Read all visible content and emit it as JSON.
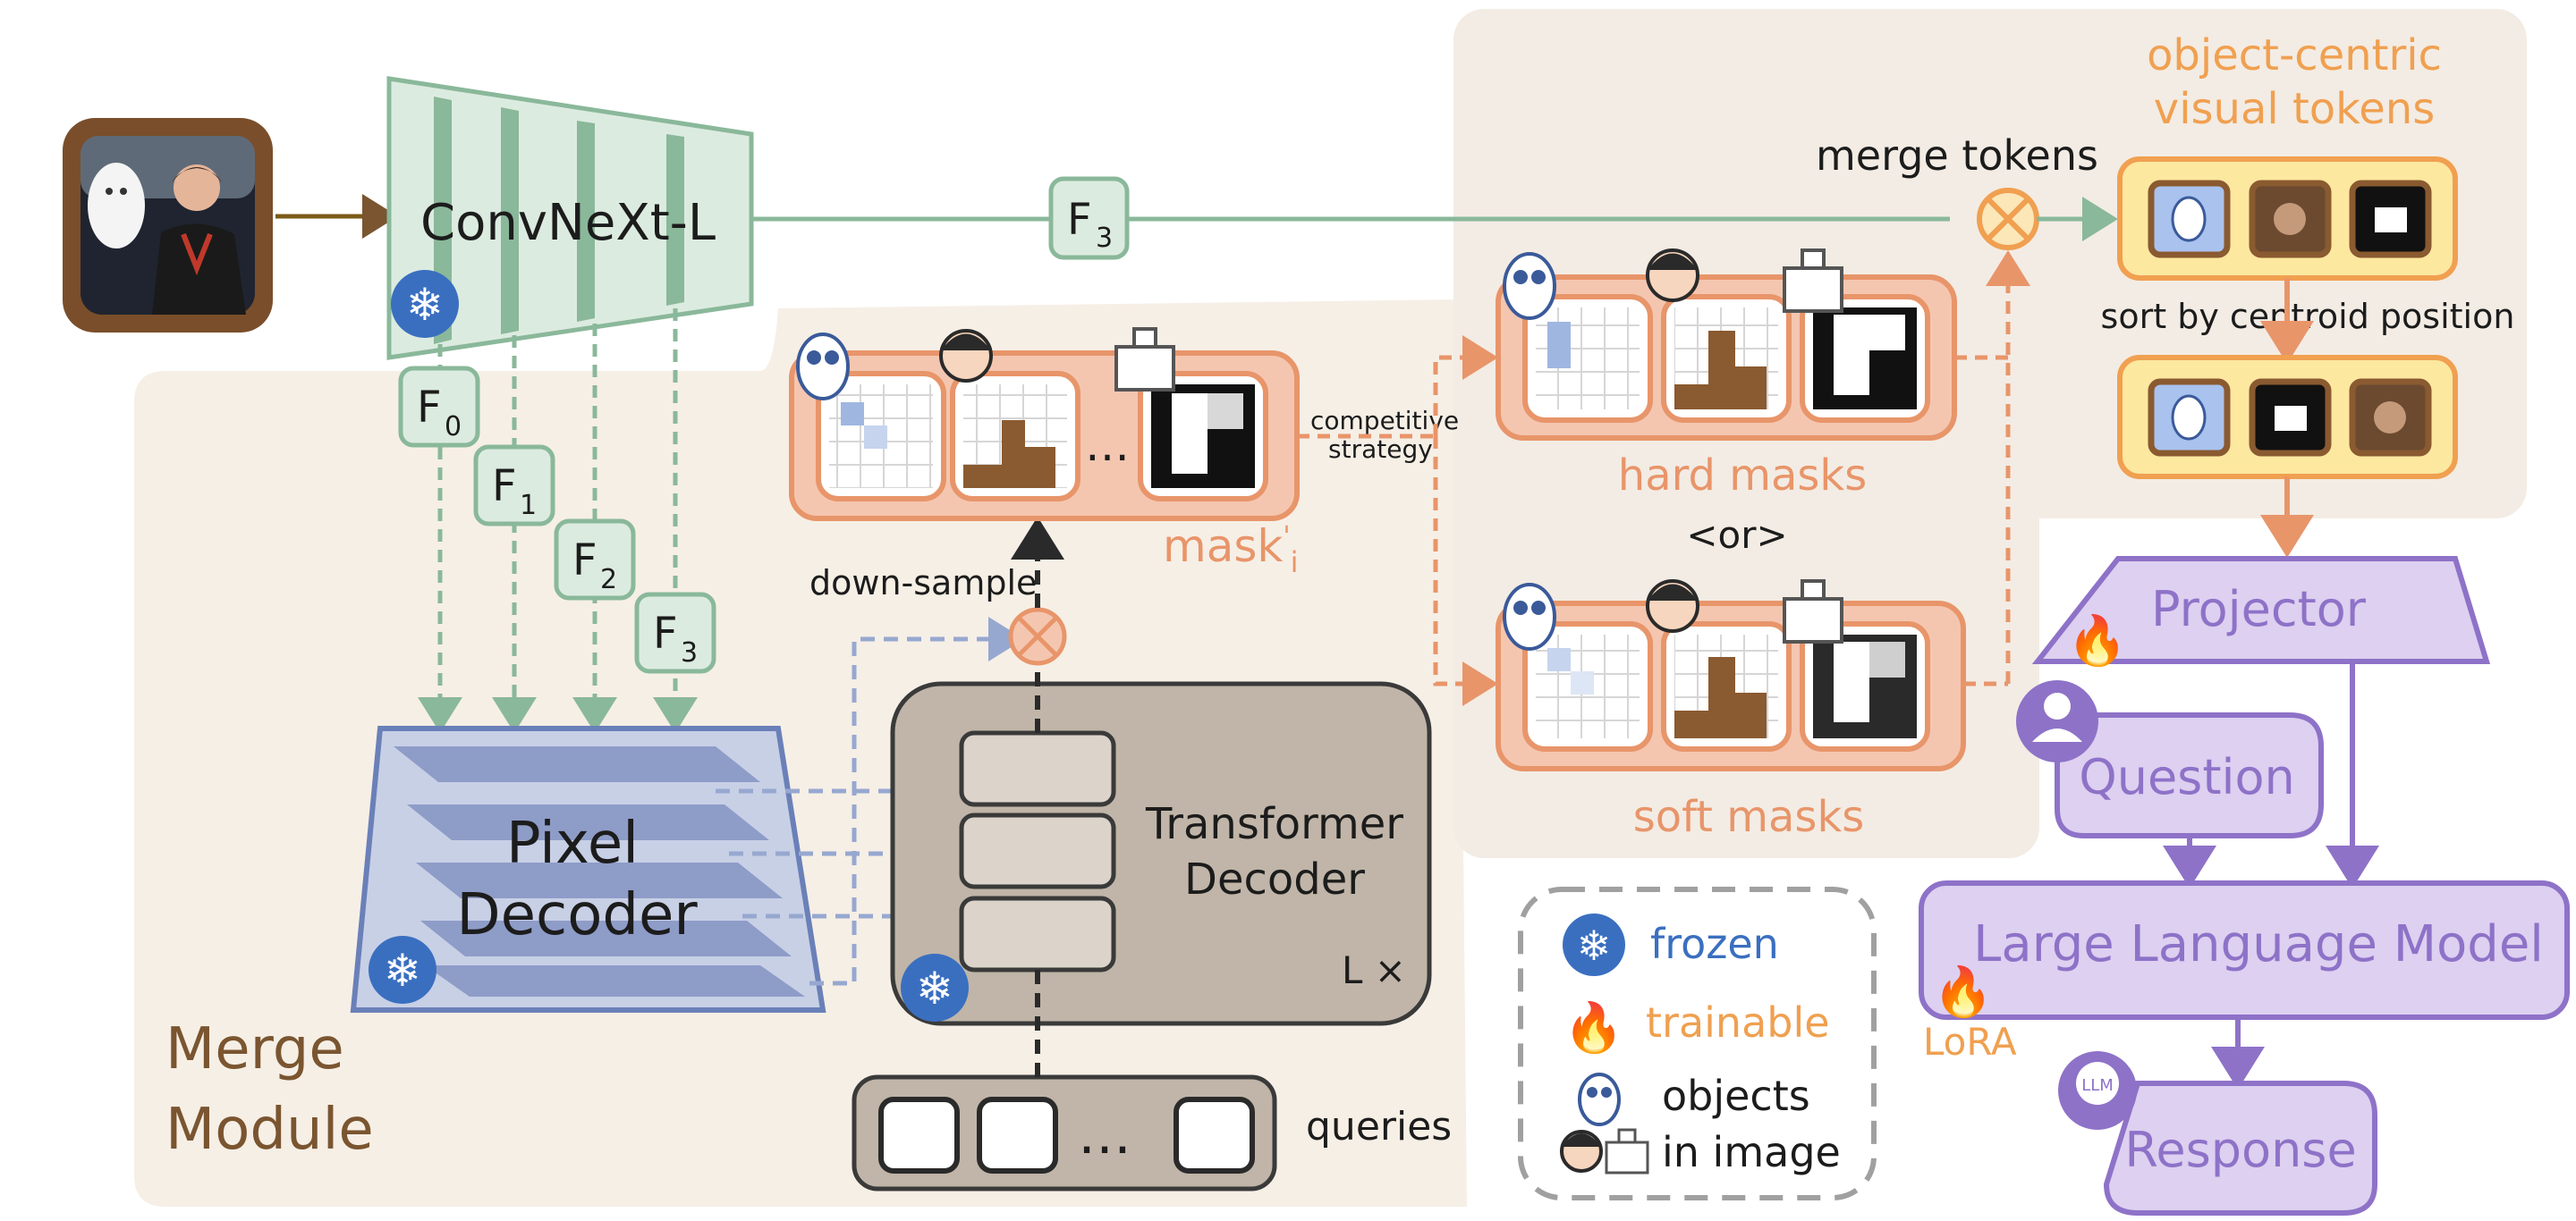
{
  "backbone": {
    "label": "ConvNeXt-L"
  },
  "features": {
    "f0": "F",
    "f0_sub": "0",
    "f1": "F",
    "f1_sub": "1",
    "f2": "F",
    "f2_sub": "2",
    "f3": "F",
    "f3_sub": "3",
    "f3_main": "F",
    "f3_main_sub": "3"
  },
  "pixel_decoder": {
    "line1": "Pixel",
    "line2": "Decoder"
  },
  "transformer_decoder": {
    "line1": "Transformer",
    "line2": "Decoder",
    "repeat": "L ×"
  },
  "merge_module": {
    "line1": "Merge",
    "line2": "Module"
  },
  "labels": {
    "down_sample": "down-sample",
    "queries": "queries",
    "ellipsis": "…",
    "mask_base": "mask",
    "mask_sup": "'",
    "mask_sub": "i",
    "competitive_1": "competitive",
    "competitive_2": "strategy",
    "hard_masks": "hard masks",
    "or": "<or>",
    "soft_masks": "soft masks",
    "merge_tokens": "merge tokens",
    "tokens_title_1": "object-centric",
    "tokens_title_2": "visual tokens",
    "sort": "sort by centroid position"
  },
  "llm_side": {
    "projector": "Projector",
    "question": "Question",
    "llm": "Large Language Model",
    "lora": "LoRA",
    "response": "Response",
    "llm_badge": "LLM"
  },
  "legend": {
    "frozen": "frozen",
    "trainable": "trainable",
    "objects_1": "objects",
    "objects_2": "in image"
  },
  "colors": {
    "green": "#8ab89a",
    "orange": "#e8956a",
    "orange_title": "#f0a050",
    "purple": "#8e72c8",
    "brown": "#7a5530",
    "blue_frozen": "#3a6fc0"
  }
}
